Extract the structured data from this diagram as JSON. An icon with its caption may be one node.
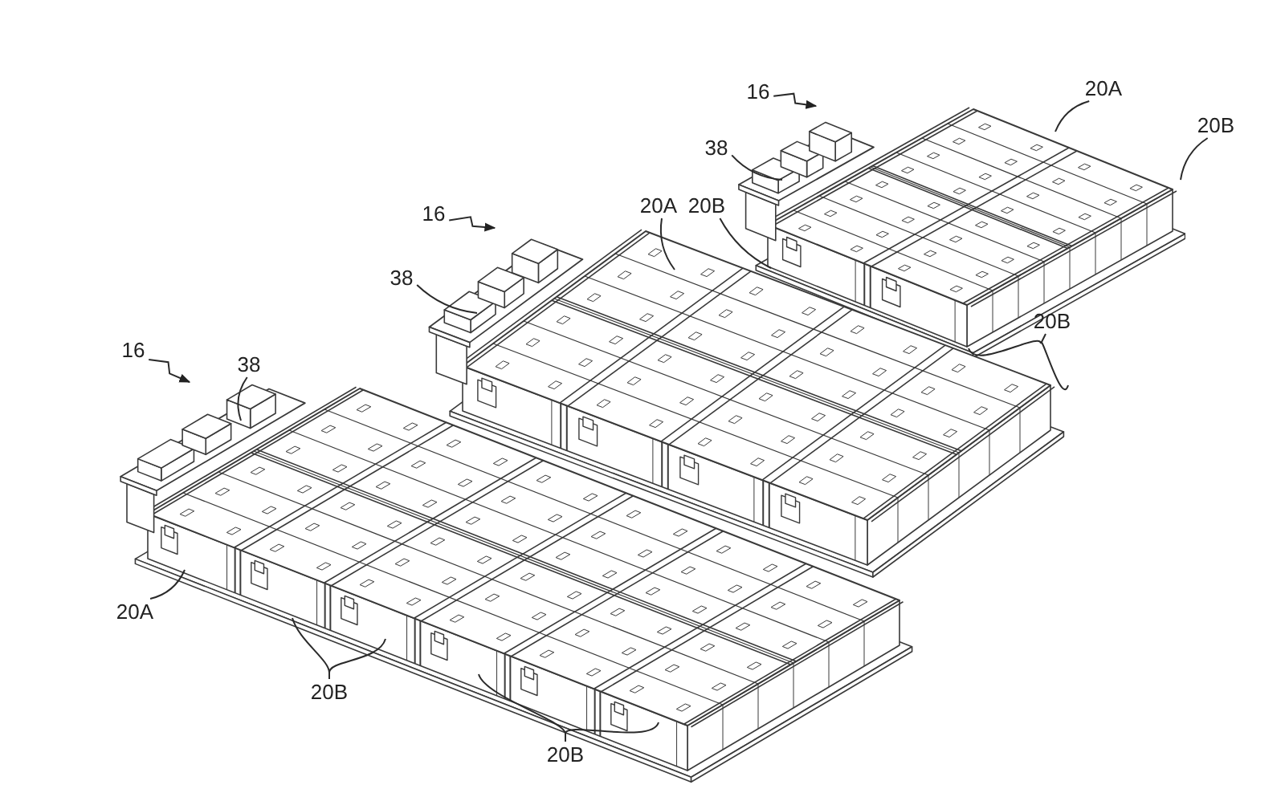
{
  "diagram": {
    "nodes": [
      {
        "text": [],
        "shape": "picture"
      },
      {
        "text": [
          "16"
        ]
      },
      {
        "text": [
          "20A"
        ]
      },
      {
        "text": [
          "38"
        ]
      },
      {
        "text": [
          "20B"
        ]
      },
      {
        "text": [
          "20B"
        ]
      },
      {
        "text": [],
        "shape": "picture"
      },
      {
        "text": [
          "16"
        ]
      },
      {
        "text": [
          "20A"
        ]
      },
      {
        "text": [
          "38"
        ]
      },
      {
        "text": [
          "20B"
        ]
      },
      {
        "text": [],
        "shape": "picture"
      },
      {
        "text": [
          "16"
        ]
      },
      {
        "text": [
          "38"
        ]
      },
      {
        "text": [
          "20A"
        ]
      },
      {
        "text": [
          "20B"
        ]
      },
      {
        "text": [
          "20B"
        ]
      }
    ],
    "edges": [
      {
        "from": 1,
        "to": 0,
        "arrow": "to"
      },
      {
        "from": 2,
        "to": 0,
        "arrow": "none"
      },
      {
        "from": 3,
        "to": 0,
        "arrow": "none"
      },
      {
        "from": 4,
        "to": 0,
        "arrow": "none"
      },
      {
        "from": 5,
        "to": 0,
        "arrow": "none"
      },
      {
        "from": 7,
        "to": 6,
        "arrow": "to"
      },
      {
        "from": 8,
        "to": 6,
        "arrow": "none"
      },
      {
        "from": 9,
        "to": 6,
        "arrow": "none"
      },
      {
        "from": 10,
        "to": 6,
        "arrow": "none"
      },
      {
        "from": 12,
        "to": 11,
        "arrow": "to"
      },
      {
        "from": 13,
        "to": 11,
        "arrow": "none"
      },
      {
        "from": 14,
        "to": 11,
        "arrow": "none"
      },
      {
        "from": 15,
        "to": 11,
        "arrow": "none"
      },
      {
        "from": 16,
        "to": 11,
        "arrow": "none"
      }
    ]
  }
}
